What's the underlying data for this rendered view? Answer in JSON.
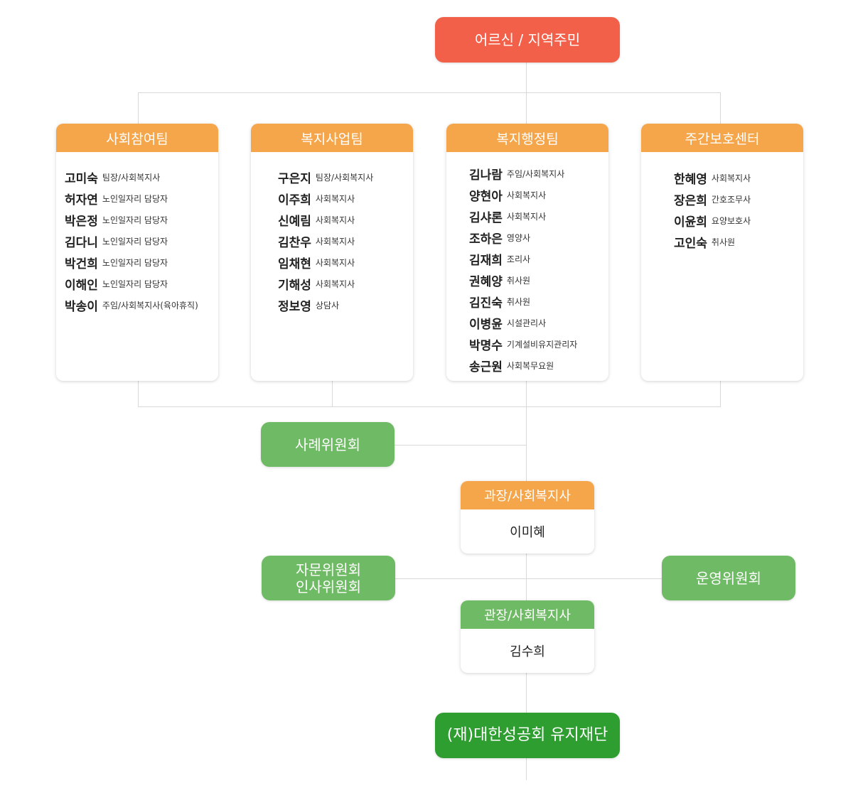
{
  "top_node": "어르신 / 지역주민",
  "teams": [
    {
      "title": "사회참여팀",
      "members": [
        {
          "name": "고미숙",
          "role": "팀장/사회복지사"
        },
        {
          "name": "허자연",
          "role": "노인일자리 담당자"
        },
        {
          "name": "박은정",
          "role": "노인일자리 담당자"
        },
        {
          "name": "김다니",
          "role": "노인일자리 담당자"
        },
        {
          "name": "박건희",
          "role": "노인일자리 담당자"
        },
        {
          "name": "이해인",
          "role": "노인일자리 담당자"
        },
        {
          "name": "박송이",
          "role": "주임/사회복지사(육아휴직)"
        }
      ]
    },
    {
      "title": "복지사업팀",
      "members": [
        {
          "name": "구은지",
          "role": "팀장/사회복지사"
        },
        {
          "name": "이주희",
          "role": "사회복지사"
        },
        {
          "name": "신예림",
          "role": "사회복지사"
        },
        {
          "name": "김찬우",
          "role": "사회복지사"
        },
        {
          "name": "임채현",
          "role": "사회복지사"
        },
        {
          "name": "기해성",
          "role": "사회복지사"
        },
        {
          "name": "정보영",
          "role": "상담사"
        }
      ]
    },
    {
      "title": "복지행정팀",
      "members": [
        {
          "name": "김나람",
          "role": "주임/사회복지사"
        },
        {
          "name": "양현아",
          "role": "사회복지사"
        },
        {
          "name": "김샤론",
          "role": "사회복지사"
        },
        {
          "name": "조하은",
          "role": "영양사"
        },
        {
          "name": "김재희",
          "role": "조리사"
        },
        {
          "name": "권혜양",
          "role": "취사원"
        },
        {
          "name": "김진숙",
          "role": "취사원"
        },
        {
          "name": "이병윤",
          "role": "시설관리사"
        },
        {
          "name": "박명수",
          "role": "기계설비유지관리자"
        },
        {
          "name": "송근원",
          "role": "사회복무요원"
        }
      ]
    },
    {
      "title": "주간보호센터",
      "members": [
        {
          "name": "한혜영",
          "role": "사회복지사"
        },
        {
          "name": "장은희",
          "role": "간호조무사"
        },
        {
          "name": "이윤희",
          "role": "요양보호사"
        },
        {
          "name": "고인숙",
          "role": "취사원"
        }
      ]
    }
  ],
  "case_committee": "사례위원회",
  "manager": {
    "title": "과장/사회복지사",
    "name": "이미혜"
  },
  "advisory_committee": {
    "line1": "자문위원회",
    "line2": "인사위원회"
  },
  "operating_committee": "운영위원회",
  "director": {
    "title": "관장/사회복지사",
    "name": "김수희"
  },
  "foundation": "(재)대한성공회 유지재단",
  "colors": {
    "top_node": "#f2604a",
    "team_header": "#f5a54a",
    "committee": "#6fba64",
    "foundation": "#2f9e31",
    "connector": "#d9d9d9"
  }
}
